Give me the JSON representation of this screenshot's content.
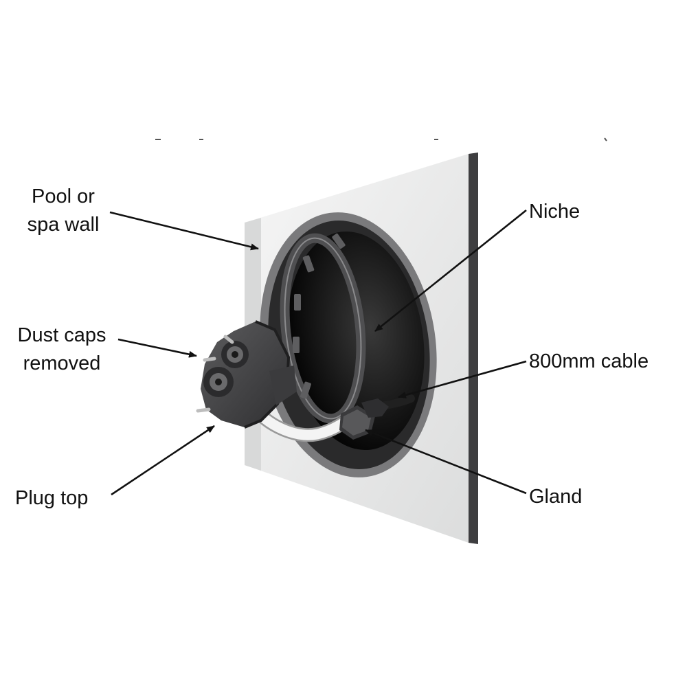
{
  "labels": {
    "wall": {
      "line1": "Pool or",
      "line2": "spa wall"
    },
    "dust": {
      "line1": "Dust caps",
      "line2": "removed"
    },
    "plug": "Plug top",
    "niche": "Niche",
    "cable": "800mm cable",
    "gland": "Gland"
  },
  "colors": {
    "wall_face": "#eceded",
    "wall_edge": "#3e3e40",
    "niche_inner": "#151515",
    "plug_body": "#4a4a4c",
    "cable": "#f4f4f4",
    "arrow": "#111111"
  },
  "icons": {
    "arrow_head": "arrowhead"
  }
}
